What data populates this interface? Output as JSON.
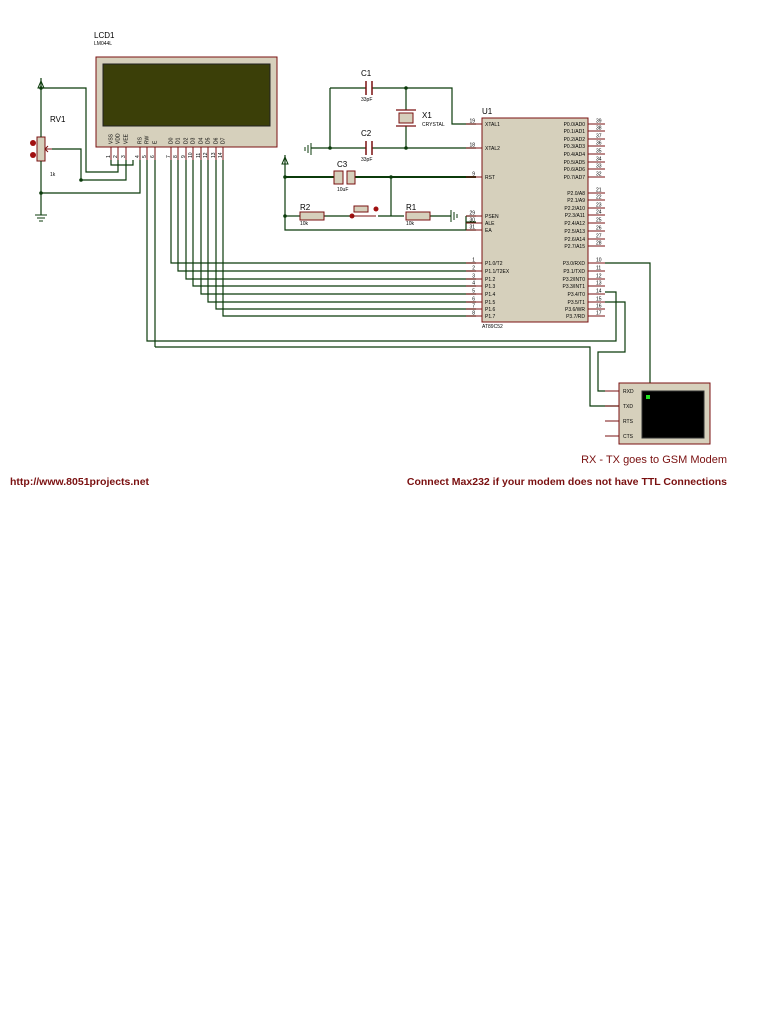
{
  "lcd": {
    "ref": "LCD1",
    "part": "LM044L",
    "pins": [
      "VSS",
      "VDD",
      "VEE",
      "RS",
      "RW",
      "E",
      "D0",
      "D1",
      "D2",
      "D3",
      "D4",
      "D5",
      "D6",
      "D7"
    ],
    "numbers": [
      "1",
      "2",
      "3",
      "4",
      "5",
      "6",
      "7",
      "8",
      "9",
      "10",
      "11",
      "12",
      "13",
      "14"
    ]
  },
  "rv1": {
    "ref": "RV1",
    "value": "1k"
  },
  "c1": {
    "ref": "C1",
    "value": "33pF"
  },
  "c2": {
    "ref": "C2",
    "value": "33pF"
  },
  "c3": {
    "ref": "C3",
    "value": "10uF"
  },
  "x1": {
    "ref": "X1",
    "value": "CRYSTAL"
  },
  "r1": {
    "ref": "R1",
    "value": "10k"
  },
  "r2": {
    "ref": "R2",
    "value": "10k"
  },
  "u1": {
    "ref": "U1",
    "part": "AT89C52",
    "left_pins": [
      {
        "name": "XTAL1",
        "num": "19"
      },
      {
        "name": "XTAL2",
        "num": "18"
      },
      {
        "name": "RST",
        "num": "9"
      },
      {
        "name": "PSEN",
        "num": "29"
      },
      {
        "name": "ALE",
        "num": "30"
      },
      {
        "name": "EA",
        "num": "31"
      },
      {
        "name": "P1.0/T2",
        "num": "1"
      },
      {
        "name": "P1.1/T2EX",
        "num": "2"
      },
      {
        "name": "P1.2",
        "num": "3"
      },
      {
        "name": "P1.3",
        "num": "4"
      },
      {
        "name": "P1.4",
        "num": "5"
      },
      {
        "name": "P1.5",
        "num": "6"
      },
      {
        "name": "P1.6",
        "num": "7"
      },
      {
        "name": "P1.7",
        "num": "8"
      }
    ],
    "right_pins": [
      {
        "name": "P0.0/AD0",
        "num": "39"
      },
      {
        "name": "P0.1/AD1",
        "num": "38"
      },
      {
        "name": "P0.2/AD2",
        "num": "37"
      },
      {
        "name": "P0.3/AD3",
        "num": "36"
      },
      {
        "name": "P0.4/AD4",
        "num": "35"
      },
      {
        "name": "P0.5/AD5",
        "num": "34"
      },
      {
        "name": "P0.6/AD6",
        "num": "33"
      },
      {
        "name": "P0.7/AD7",
        "num": "32"
      },
      {
        "name": "P2.0/A8",
        "num": "21"
      },
      {
        "name": "P2.1/A9",
        "num": "22"
      },
      {
        "name": "P2.2/A10",
        "num": "23"
      },
      {
        "name": "P2.3/A11",
        "num": "24"
      },
      {
        "name": "P2.4/A12",
        "num": "25"
      },
      {
        "name": "P2.5/A13",
        "num": "26"
      },
      {
        "name": "P2.6/A14",
        "num": "27"
      },
      {
        "name": "P2.7/A15",
        "num": "28"
      },
      {
        "name": "P3.0/RXD",
        "num": "10"
      },
      {
        "name": "P3.1/TXD",
        "num": "11"
      },
      {
        "name": "P3.2/INT0",
        "num": "12"
      },
      {
        "name": "P3.3/INT1",
        "num": "13"
      },
      {
        "name": "P3.4/T0",
        "num": "14"
      },
      {
        "name": "P3.5/T1",
        "num": "15"
      },
      {
        "name": "P3.6/WR",
        "num": "16"
      },
      {
        "name": "P3.7/RD",
        "num": "17"
      }
    ]
  },
  "terminal": {
    "pins": [
      "RXD",
      "TXD",
      "RTS",
      "CTS"
    ]
  },
  "notes": {
    "rx_tx": "RX - TX goes to GSM Modem",
    "url": "http://www.8051projects.net",
    "max232": "Connect Max232 if your modem does not have TTL Connections"
  },
  "colors": {
    "wire": "#0b3b0b",
    "component": "#7a1010",
    "body": "#d6d0bc",
    "lcd_screen": "#3b3f08",
    "note": "#7a1010"
  }
}
